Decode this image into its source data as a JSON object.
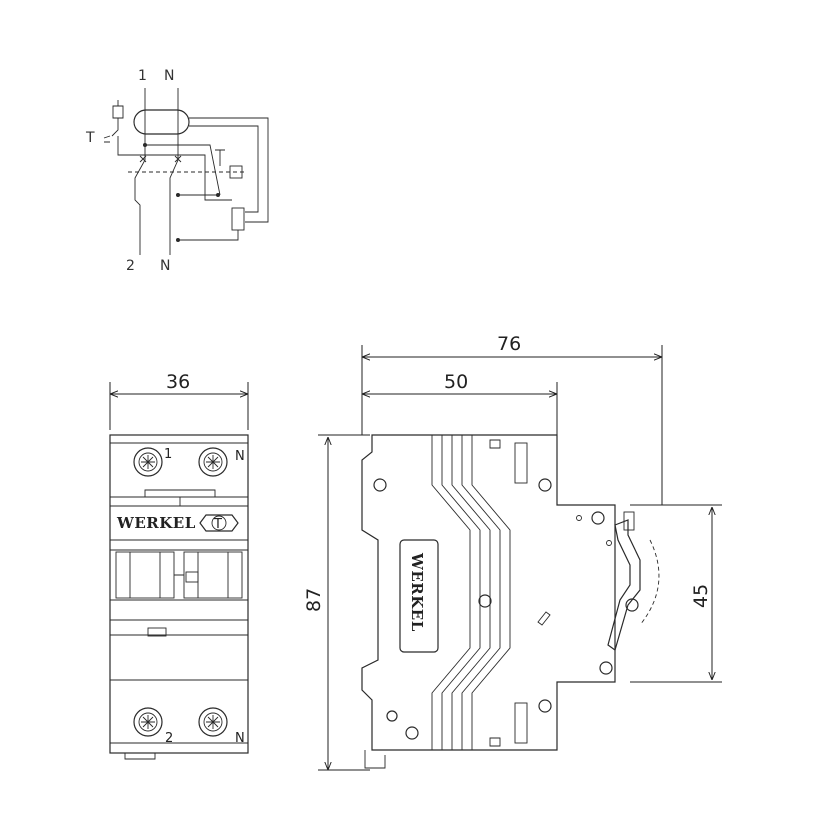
{
  "schematic": {
    "top_left_label": "1",
    "top_right_label": "N",
    "bottom_left_label": "2",
    "bottom_right_label": "N",
    "test_label": "T"
  },
  "front_view": {
    "width_dim": "36",
    "terminal_top_left": "1",
    "terminal_top_right": "N",
    "terminal_bottom_left": "2",
    "terminal_bottom_right": "N",
    "brand": "WERKEL",
    "test_button": "T"
  },
  "side_view": {
    "depth_dim_total": "76",
    "depth_dim_body": "50",
    "height_dim": "87",
    "front_height_dim": "45",
    "brand": "WERKEL"
  }
}
